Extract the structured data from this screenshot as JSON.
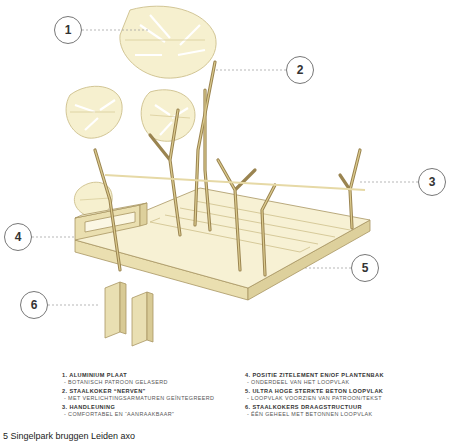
{
  "diagram": {
    "caption": "5 Singelpark bruggen Leiden axo",
    "nodes": [
      {
        "text": [
          "1"
        ]
      },
      {
        "text": [
          "2"
        ]
      },
      {
        "text": [
          "3"
        ]
      },
      {
        "text": [
          "4"
        ]
      },
      {
        "text": [
          "5"
        ]
      },
      {
        "text": [
          "6"
        ]
      }
    ],
    "labels": [
      "1. ALUMINIUM PLAAT",
      "- BOTANISCH PATROON GELASERD",
      "2. STAALKOKER “NERVEN”",
      "- MET VERLICHTINGSARMATUREN GEÏNTEGREERD",
      "3. HANDLEUNING",
      "- COMFORTABEL EN “AANRAAKBAAR”",
      "4. POSITIE ZITELEMENT EN/OF PLANTENBAK",
      "- ONDERDEEL VAN HET LOOPVLAK",
      "5. ULTRA HOGE STERKTE BETON LOOPVLAK",
      "- LOOPVLAK VOORZIEN VAN PATROON/TEKST",
      "6. STAALKOKERS DRAAGSTRUCTUUR",
      "- ÉÉN GEHEEL MET BETONNEN LOOPVLAK"
    ]
  }
}
